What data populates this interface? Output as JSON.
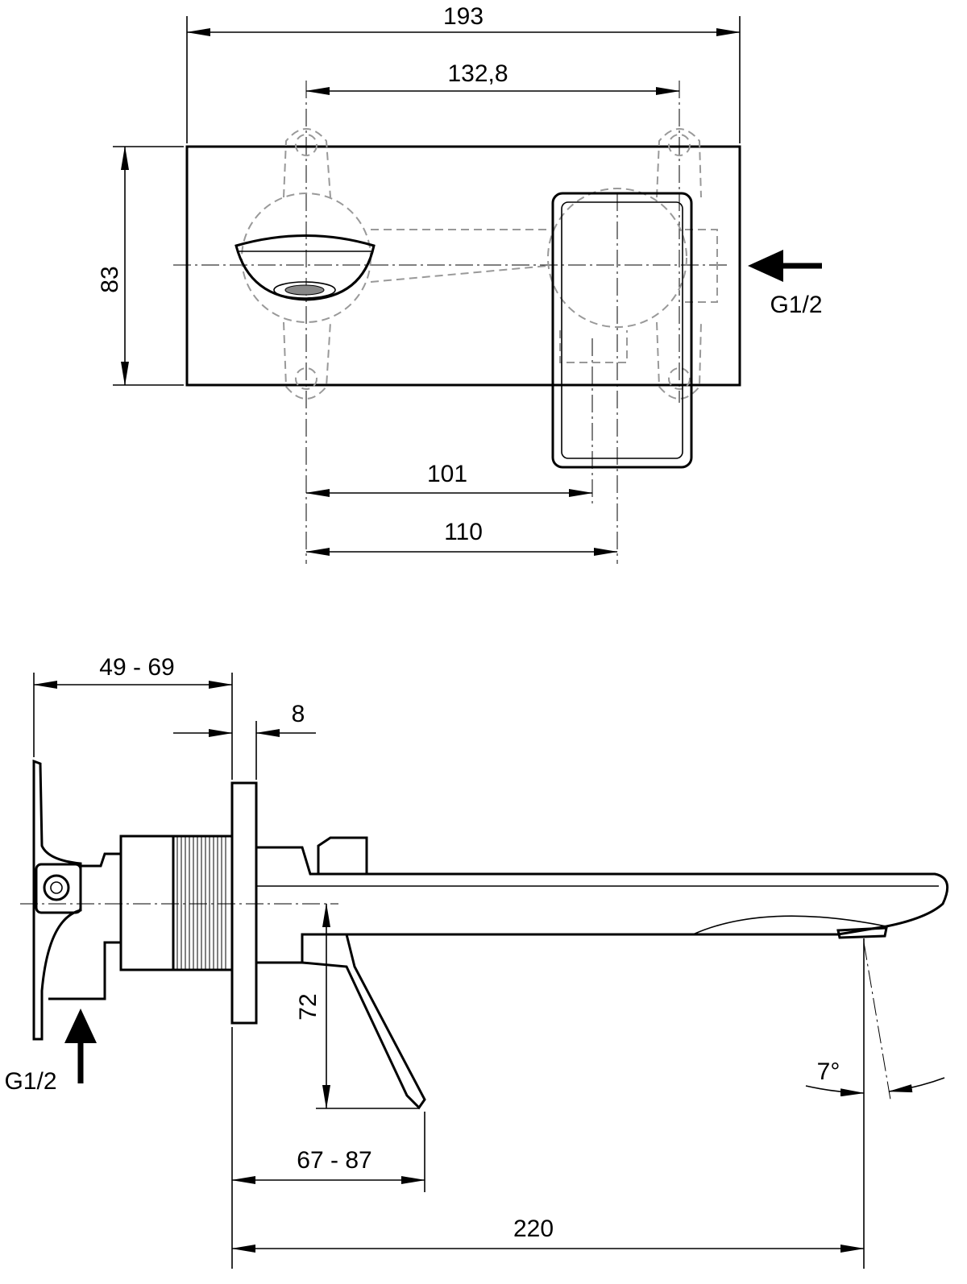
{
  "top_view": {
    "dims": {
      "width_total": "193",
      "hole_spacing": "132,8",
      "height": "83",
      "lever_offset_1": "101",
      "lever_offset_2": "110"
    },
    "inlet_label": "G1/2"
  },
  "side_view": {
    "dims": {
      "wall_depth": "49 - 69",
      "plate_thickness": "8",
      "lever_drop": "72",
      "lever_reach": "67 - 87",
      "spout_reach": "220",
      "angle": "7°"
    },
    "inlet_label": "G1/2"
  }
}
